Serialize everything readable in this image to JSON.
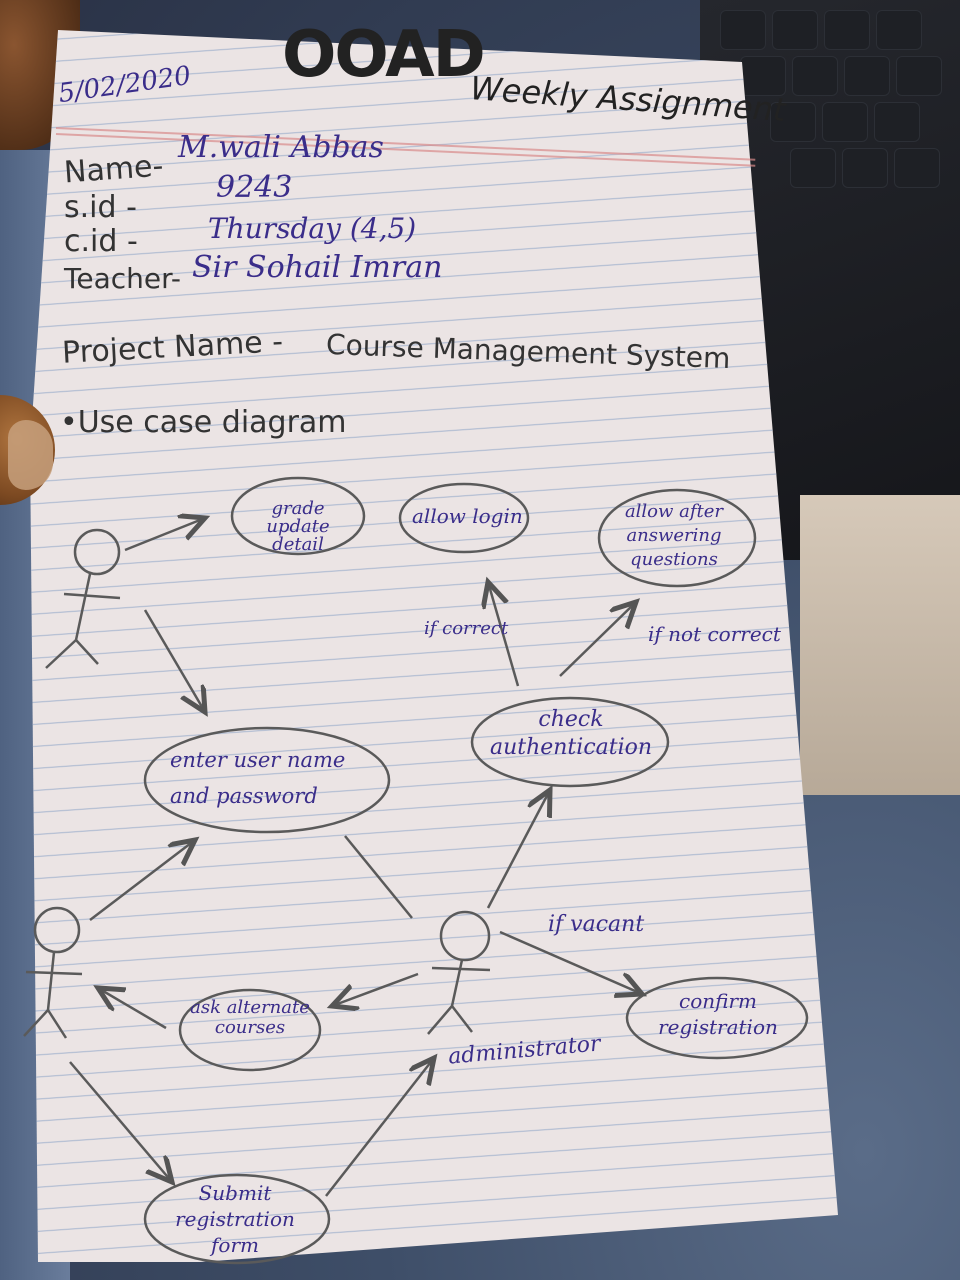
{
  "header": {
    "date": "5/02/2020",
    "course": "OOAD",
    "assignment": "Weekly Assignment"
  },
  "student": {
    "name_label": "Name-",
    "name_value": "M.wali Abbas",
    "sid_label": "s.id -",
    "sid_value": "9243",
    "cid_label": "c.id -",
    "cid_value": "Thursday (4,5)",
    "teacher_label": "Teacher-",
    "teacher_value": "Sir Sohail Imran"
  },
  "project": {
    "label": "Project Name -",
    "value": "Course Management System",
    "diagram_title": "•Use case diagram"
  },
  "diagram": {
    "use_cases": {
      "update_grade": "grade update detail",
      "allow_login": "allow login",
      "allow_after": "allow after answering questions",
      "check_auth": "check authentication",
      "enter_credentials": "enter user name and password",
      "ask_alternate": "ask alternate courses",
      "confirm_registration": "confirm registration",
      "submit_registration": "Submit registration form"
    },
    "labels": {
      "if_correct": "if correct",
      "if_not_correct": "if not correct",
      "if_vacant": "if vacant",
      "administrator": "administrator"
    }
  },
  "colors": {
    "ink": "#3a2d8a",
    "pencil": "#3b3b3b",
    "paper": "#ebe4e4"
  }
}
